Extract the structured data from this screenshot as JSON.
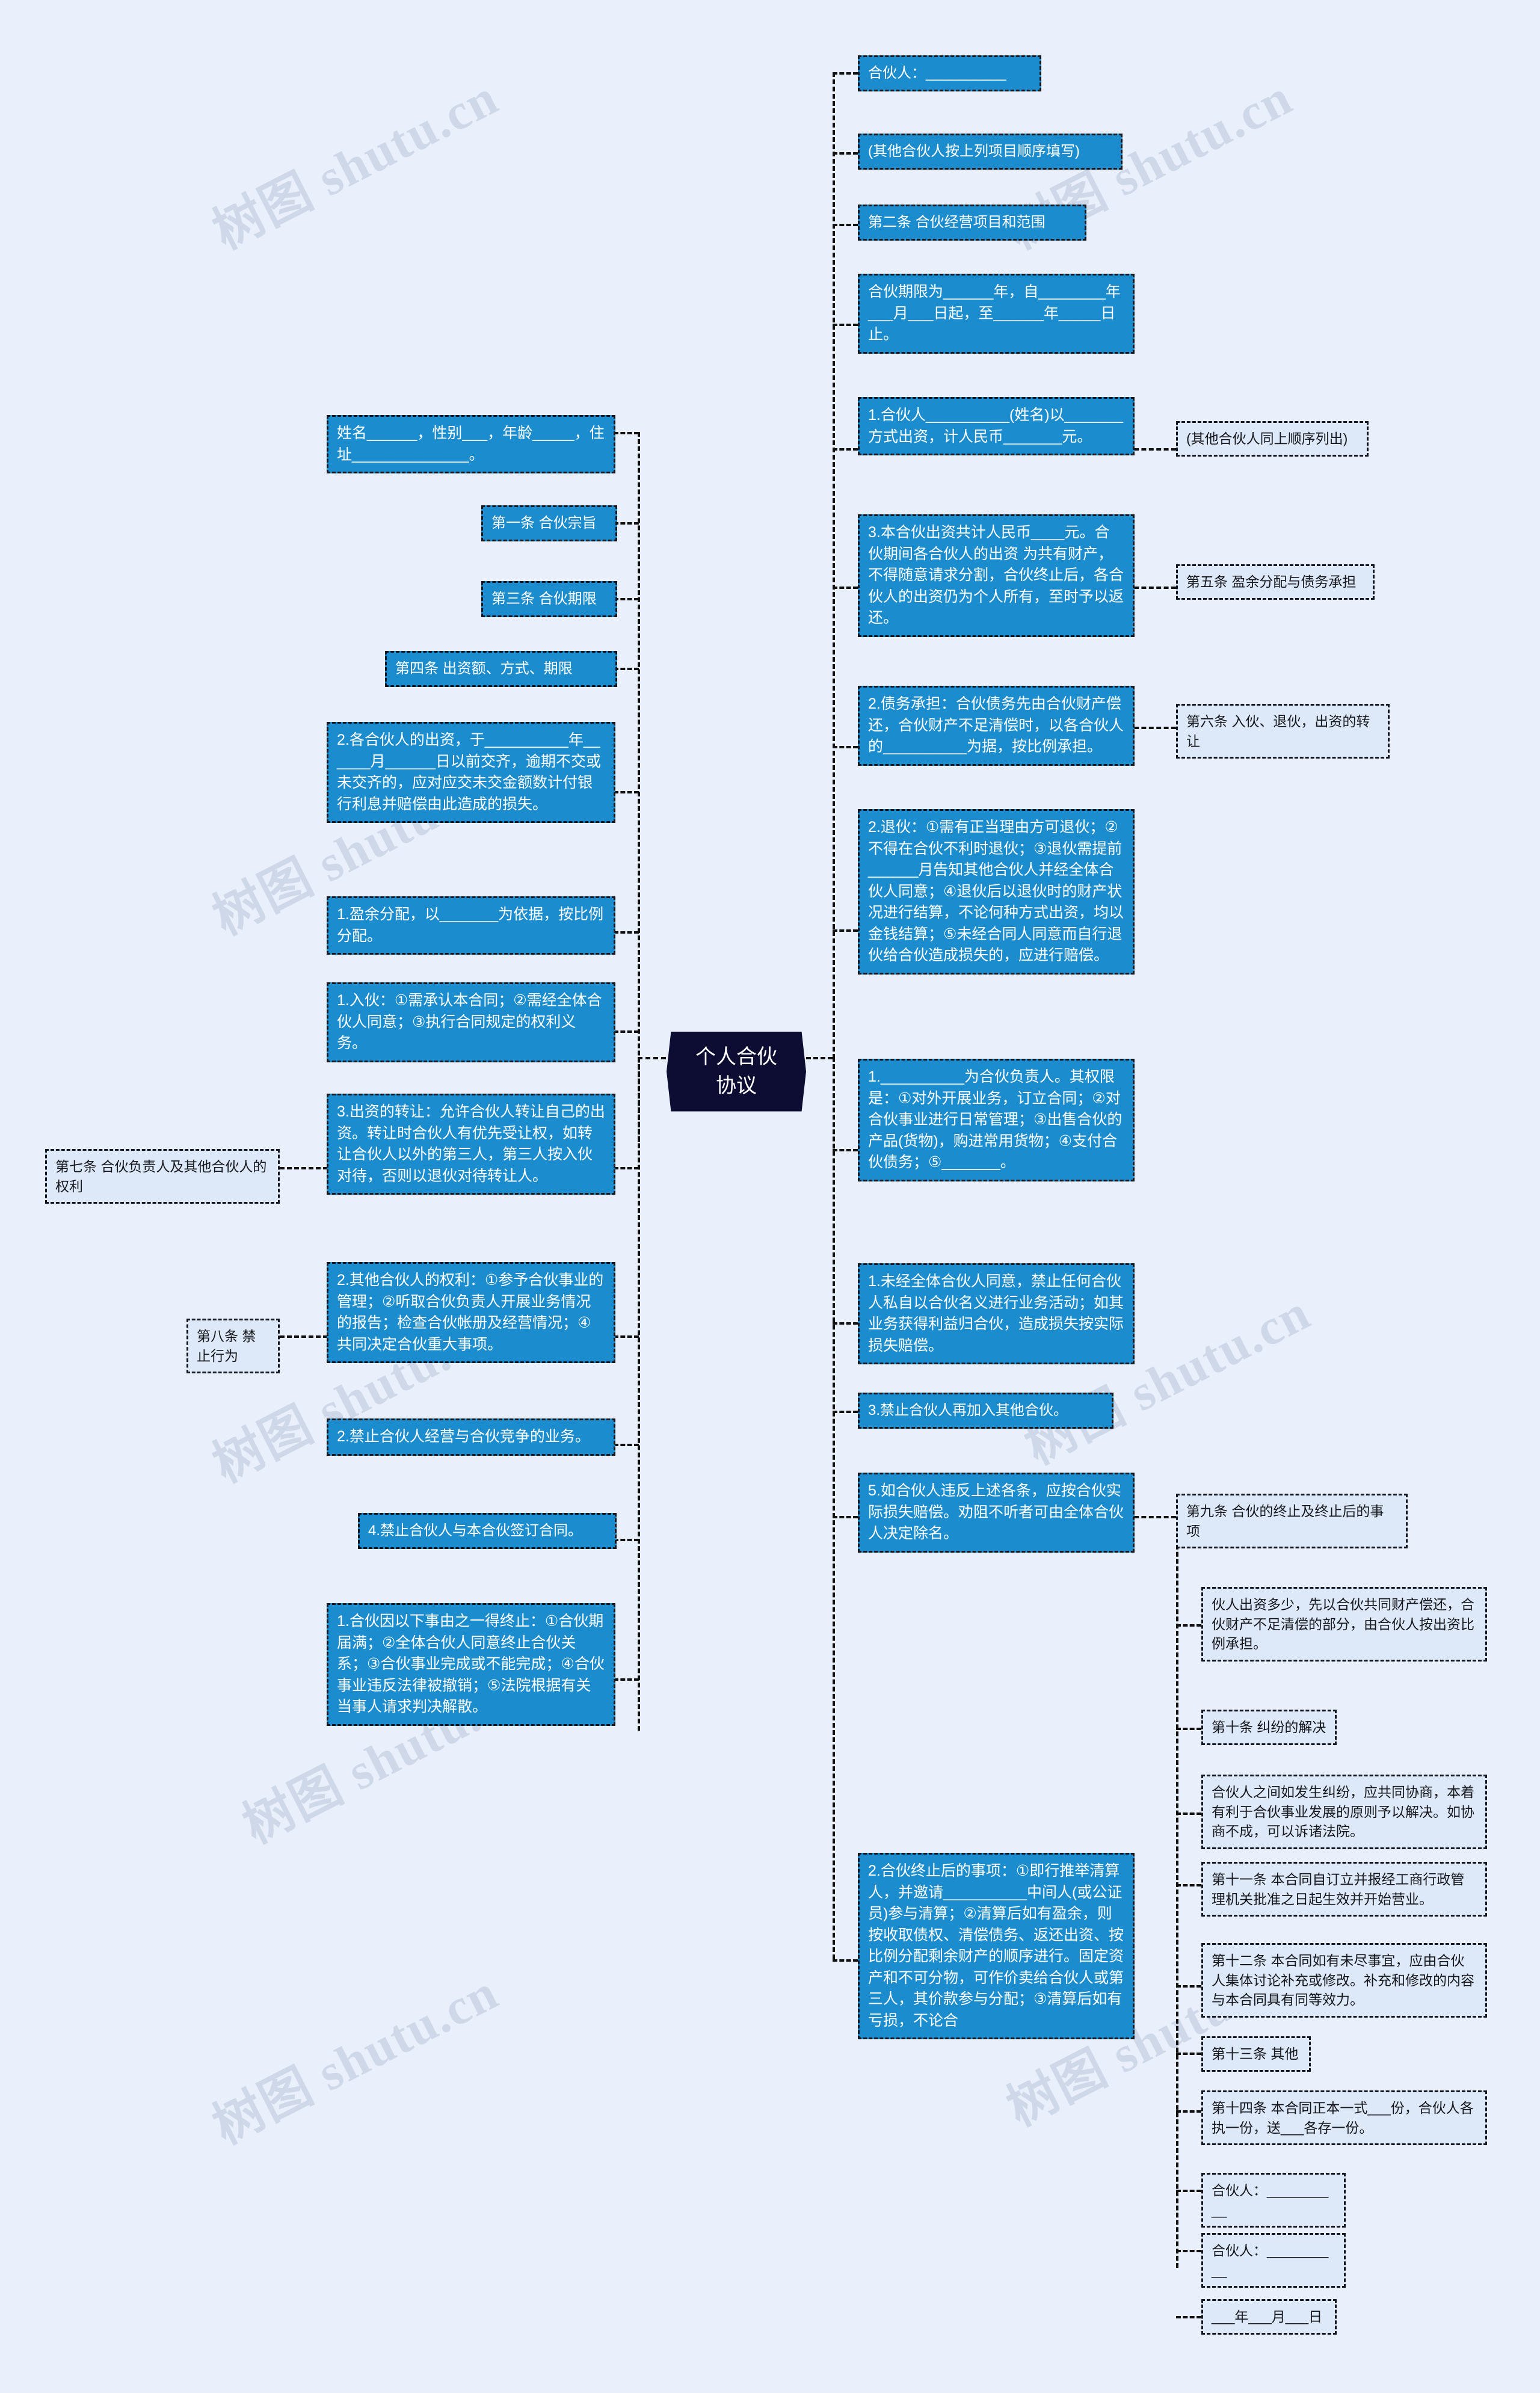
{
  "meta": {
    "colors": {
      "background": "#e9f0fb",
      "node_blue": "#1b8ccd",
      "node_plain": "#dde8f8",
      "center": "#0d0d33",
      "border": "#13161f",
      "watermark": "#b9c6da"
    }
  },
  "watermarks": [
    "树图 shutu.cn",
    "树图 shutu.cn",
    "树图 shutu.cn",
    "树图 shutu.cn",
    "树图 shutu.cn",
    "树图 shutu.cn"
  ],
  "mindmap": {
    "center": {
      "label": "个人合伙协议"
    },
    "left_nodes": [
      {
        "id": "l1",
        "text": "姓名______，性别___，年龄_____，住址______________。"
      },
      {
        "id": "l2",
        "text": "第一条 合伙宗旨"
      },
      {
        "id": "l3",
        "text": "第三条 合伙期限"
      },
      {
        "id": "l4",
        "text": "第四条 出资额、方式、期限"
      },
      {
        "id": "l5",
        "text": "2.各合伙人的出资，于__________年______月______日以前交齐，逾期不交或未交齐的，应对应交未交金额数计付银行利息并赔偿由此造成的损失。"
      },
      {
        "id": "l6",
        "text": "1.盈余分配，以_______为依据，按比例分配。"
      },
      {
        "id": "l7",
        "text": "1.入伙：①需承认本合同；②需经全体合伙人同意；③执行合同规定的权利义务。"
      },
      {
        "id": "l8",
        "text": "3.出资的转让：允许合伙人转让自己的出资。转让时合伙人有优先受让权，如转让合伙人以外的第三人，第三人按入伙对待，否则以退伙对待转让人。"
      },
      {
        "id": "l9",
        "text": "2.其他合伙人的权利：①参予合伙事业的管理；②听取合伙负责人开展业务情况的报告；检查合伙帐册及经营情况；④共同决定合伙重大事项。"
      },
      {
        "id": "l10",
        "text": "2.禁止合伙人经营与合伙竞争的业务。"
      },
      {
        "id": "l11",
        "text": "4.禁止合伙人与本合伙签订合同。"
      },
      {
        "id": "l12",
        "text": "1.合伙因以下事由之一得终止：①合伙期届满；②全体合伙人同意终止合伙关系；③合伙事业完成或不能完成；④合伙事业违反法律被撤销；⑤法院根据有关当事人请求判决解散。"
      }
    ],
    "left_labels": [
      {
        "id": "ll1",
        "text": "第七条 合伙负责人及其他合伙人的权利"
      },
      {
        "id": "ll2",
        "text": "第八条 禁止行为"
      }
    ],
    "right_nodes": [
      {
        "id": "r1",
        "text": "合伙人：__________"
      },
      {
        "id": "r2",
        "text": "(其他合伙人按上列项目顺序填写)"
      },
      {
        "id": "r3",
        "text": "第二条 合伙经营项目和范围"
      },
      {
        "id": "r4",
        "text": "合伙期限为______年，自________年___月___日起，至______年_____日止。"
      },
      {
        "id": "r5",
        "text": "1.合伙人__________(姓名)以_______方式出资，计人民币_______元。"
      },
      {
        "id": "r6",
        "text": "3.本合伙出资共计人民币____元。合伙期间各合伙人的出资 为共有财产，不得随意请求分割，合伙终止后，各合伙人的出资仍为个人所有，至时予以返还。"
      },
      {
        "id": "r7",
        "text": "2.债务承担：合伙债务先由合伙财产偿还，合伙财产不足清偿时，以各合伙人的__________为据，按比例承担。"
      },
      {
        "id": "r8",
        "text": "2.退伙：①需有正当理由方可退伙；②不得在合伙不利时退伙；③退伙需提前______月告知其他合伙人并经全体合伙人同意；④退伙后以退伙时的财产状况进行结算，不论何种方式出资，均以金钱结算；⑤未经合同人同意而自行退伙给合伙造成损失的，应进行赔偿。"
      },
      {
        "id": "r9",
        "text": "1.__________为合伙负责人。其权限是：①对外开展业务，订立合同；②对合伙事业进行日常管理；③出售合伙的产品(货物)，购进常用货物；④支付合伙债务；⑤_______。"
      },
      {
        "id": "r10",
        "text": "1.未经全体合伙人同意，禁止任何合伙人私自以合伙名义进行业务活动；如其业务获得利益归合伙，造成损失按实际损失赔偿。"
      },
      {
        "id": "r11",
        "text": "3.禁止合伙人再加入其他合伙。"
      },
      {
        "id": "r12",
        "text": "5.如合伙人违反上述各条，应按合伙实际损失赔偿。劝阻不听者可由全体合伙人决定除名。"
      },
      {
        "id": "r13",
        "text": "2.合伙终止后的事项：①即行推举清算人，并邀请__________中间人(或公证员)参与清算；②清算后如有盈余，则按收取债权、清偿债务、返还出资、按比例分配剩余财产的顺序进行。固定资产和不可分物，可作价卖给合伙人或第三人，其价款参与分配；③清算后如有亏损，不论合"
      }
    ],
    "right_labels": [
      {
        "id": "rl1",
        "text": "(其他合伙人同上顺序列出)"
      },
      {
        "id": "rl2",
        "text": "第五条 盈余分配与债务承担"
      },
      {
        "id": "rl3",
        "text": "第六条 入伙、退伙，出资的转让"
      },
      {
        "id": "rl4",
        "text": "第九条 合伙的终止及终止后的事项"
      }
    ],
    "far_right_nodes": [
      {
        "id": "f1",
        "text": "伙人出资多少，先以合伙共同财产偿还，合伙财产不足清偿的部分，由合伙人按出资比例承担。"
      },
      {
        "id": "f2",
        "text": "第十条 纠纷的解决"
      },
      {
        "id": "f3",
        "text": "合伙人之间如发生纠纷，应共同协商，本着有利于合伙事业发展的原则予以解决。如协商不成，可以诉诸法院。"
      },
      {
        "id": "f4",
        "text": "第十一条 本合同自订立并报经工商行政管理机关批准之日起生效并开始营业。"
      },
      {
        "id": "f5",
        "text": "第十二条 本合同如有未尽事宜，应由合伙人集体讨论补充或修改。补充和修改的内容与本合同具有同等效力。"
      },
      {
        "id": "f6",
        "text": "第十三条 其他"
      },
      {
        "id": "f7",
        "text": "第十四条 本合同正本一式___份，合伙人各执一份，送___各存一份。"
      },
      {
        "id": "f8",
        "text": "合伙人：__________"
      },
      {
        "id": "f9",
        "text": "合伙人：__________"
      },
      {
        "id": "f10",
        "text": "___年___月___日"
      }
    ]
  }
}
